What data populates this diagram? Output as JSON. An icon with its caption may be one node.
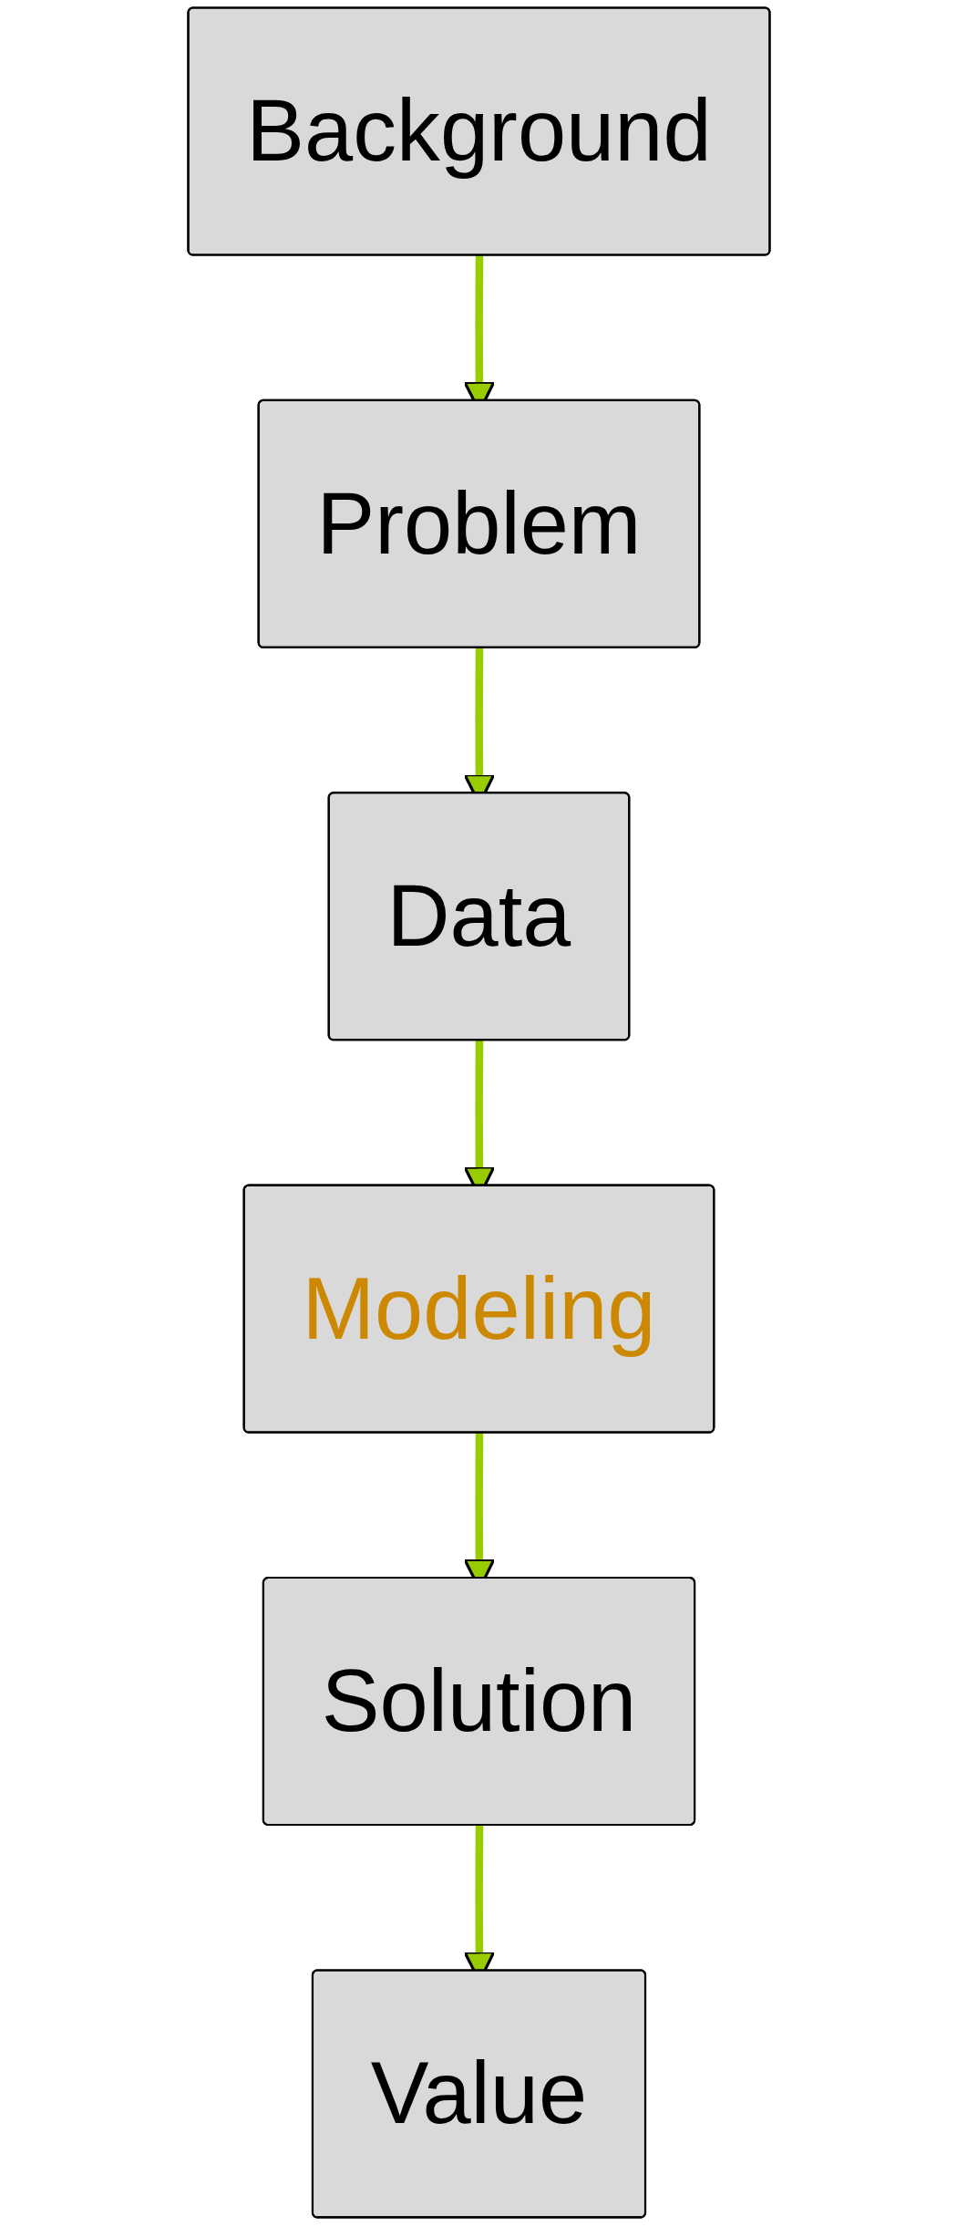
{
  "diagram": {
    "nodes": [
      {
        "text": [
          "Background"
        ]
      },
      {
        "text": [
          "Problem"
        ]
      },
      {
        "text": [
          "Data"
        ]
      },
      {
        "text": [
          "Modeling"
        ]
      },
      {
        "text": [
          "Solution"
        ]
      },
      {
        "text": [
          "Value"
        ]
      }
    ],
    "edges": [
      {
        "from": 0,
        "to": 1,
        "arrow": "to"
      },
      {
        "from": 1,
        "to": 2,
        "arrow": "to"
      },
      {
        "from": 2,
        "to": 3,
        "arrow": "to"
      },
      {
        "from": 3,
        "to": 4,
        "arrow": "to"
      },
      {
        "from": 4,
        "to": 5,
        "arrow": "to"
      }
    ]
  }
}
